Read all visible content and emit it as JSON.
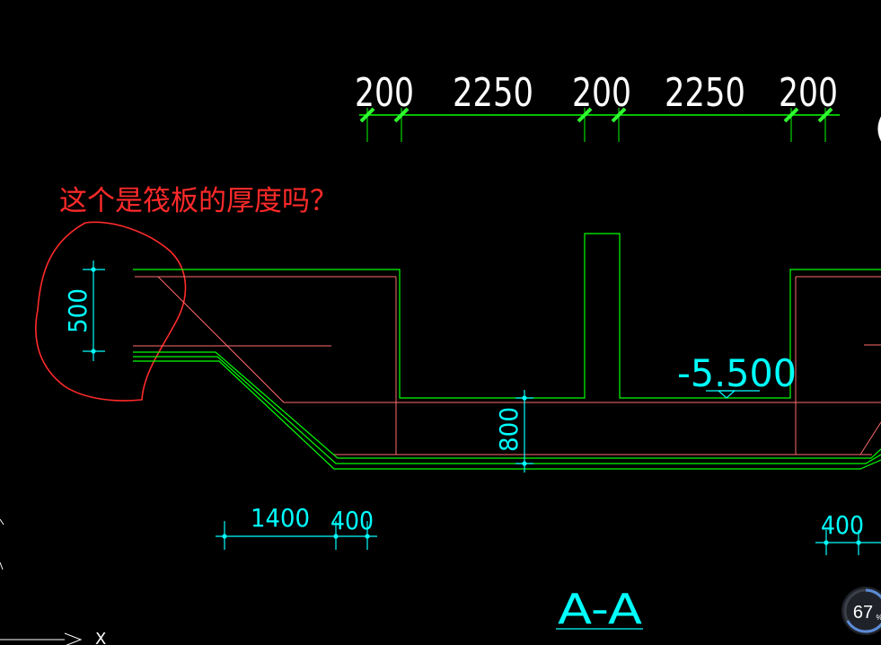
{
  "drawing": {
    "top_dimensions": [
      "200",
      "2250",
      "200",
      "2250",
      "200"
    ],
    "annotation": "这个是筏板的厚度吗？",
    "dim_500": "500",
    "dim_800": "800",
    "elevation": "-5.500",
    "bottom_dimensions": {
      "d1400": "1400",
      "d400a": "400",
      "d400b": "400"
    },
    "section_label": "A-A",
    "edge_glyph": "(",
    "ucs_x": "X"
  },
  "colors": {
    "background": "#000000",
    "green_lines": "#00ff00",
    "red_lines": "#ff6b6b",
    "cyan": "#00ffff",
    "dim_white": "#ffffff",
    "annotation_red": "#ff2a2a",
    "slash_green": "#2fff2f"
  },
  "zoom_indicator": {
    "value": "67",
    "unit": "%"
  },
  "icons": [
    "cloud-markup-icon",
    "elevation-marker-icon",
    "ucs-arrow-icon",
    "zoom-gauge-icon"
  ]
}
